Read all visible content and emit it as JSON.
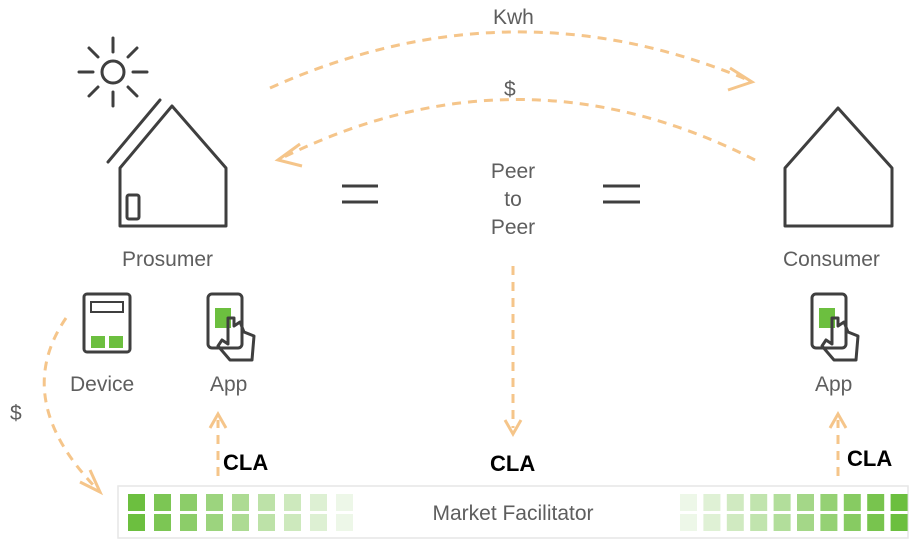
{
  "flows": {
    "kwh": "Kwh",
    "money_top": "$",
    "money_side": "$"
  },
  "center": {
    "line1": "Peer",
    "line2": "to",
    "line3": "Peer"
  },
  "prosumer": {
    "label": "Prosumer",
    "device_label": "Device",
    "app_label": "App"
  },
  "consumer": {
    "label": "Consumer",
    "app_label": "App"
  },
  "cla": {
    "left": "CLA",
    "middle": "CLA",
    "right": "CLA"
  },
  "market": {
    "label": "Market Facilitator"
  },
  "colors": {
    "arrow": "#f5c58a",
    "green": "#6cbf3f",
    "icon": "#3f3f3f",
    "text": "#5e5e5e"
  },
  "icons": [
    "sun-icon",
    "house-icon",
    "device-icon",
    "phone-tap-icon"
  ]
}
